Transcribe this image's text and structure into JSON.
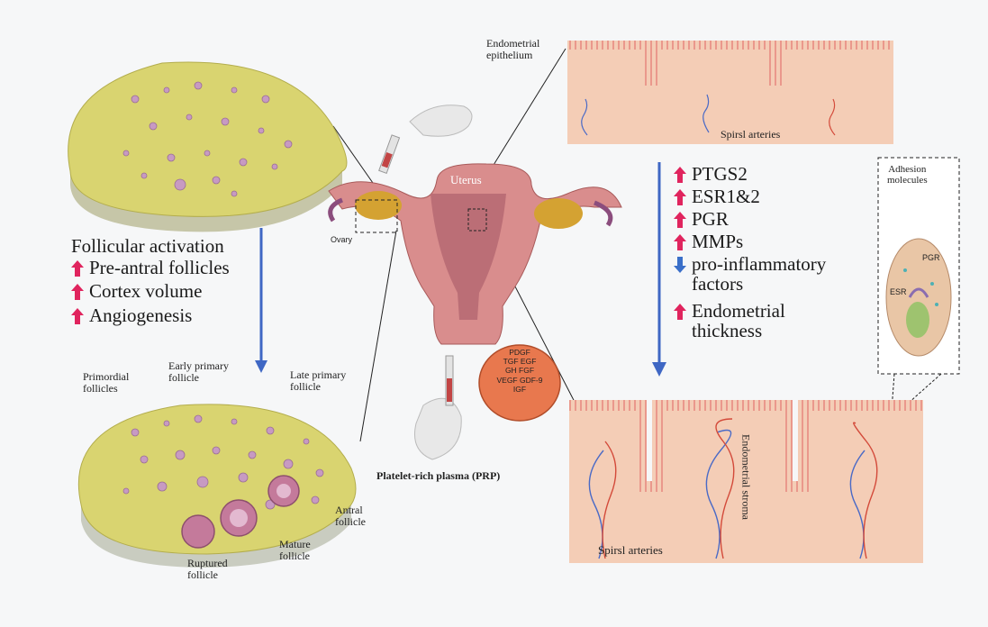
{
  "labels": {
    "endometrial_epithelium": "Endometrial\nepithelium",
    "spiral_arteries_top": "Spirsl arteries",
    "spiral_arteries_bottom": "Spirsl arteries",
    "endometrial_stroma": "Endometrial stroma",
    "uterus": "Uterus",
    "ovary": "Ovary",
    "prp": "Platelet-rich plasma (PRP)",
    "adhesion": "Adhesion\nmolecules",
    "pgr_cell": "PGR",
    "esr_cell": "ESR",
    "primordial": "Primordial\nfollicles",
    "early_primary": "Early primary\nfollicle",
    "late_primary": "Late primary\nfollicle",
    "antral": "Antral\nfollicle",
    "mature": "Mature\nfollicle",
    "ruptured": "Ruptured\nfollicle"
  },
  "growth_factors": [
    "PDGF",
    "TGF  EGF",
    "GH  FGF",
    "VEGF GDF-9",
    "IGF"
  ],
  "ovary_effects": {
    "heading": "Follicular activation",
    "items": [
      "Pre-antral follicles",
      "Cortex volume",
      "Angiogenesis"
    ]
  },
  "endometrium_effects": [
    {
      "dir": "up",
      "text": "PTGS2"
    },
    {
      "dir": "up",
      "text": "ESR1&2"
    },
    {
      "dir": "up",
      "text": "PGR"
    },
    {
      "dir": "up",
      "text": "MMPs"
    },
    {
      "dir": "down",
      "text": "pro-inflammatory\nfactors"
    },
    {
      "dir": "up",
      "text": "Endometrial\nthickness"
    }
  ],
  "colors": {
    "up_arrow": "#e0245e",
    "down_arrow": "#3a6fc9",
    "flow_arrow": "#3f67c4",
    "ovary_fill": "#d9d470",
    "endometrium": "#f4cdb6",
    "prp_circle": "#e8784e"
  }
}
